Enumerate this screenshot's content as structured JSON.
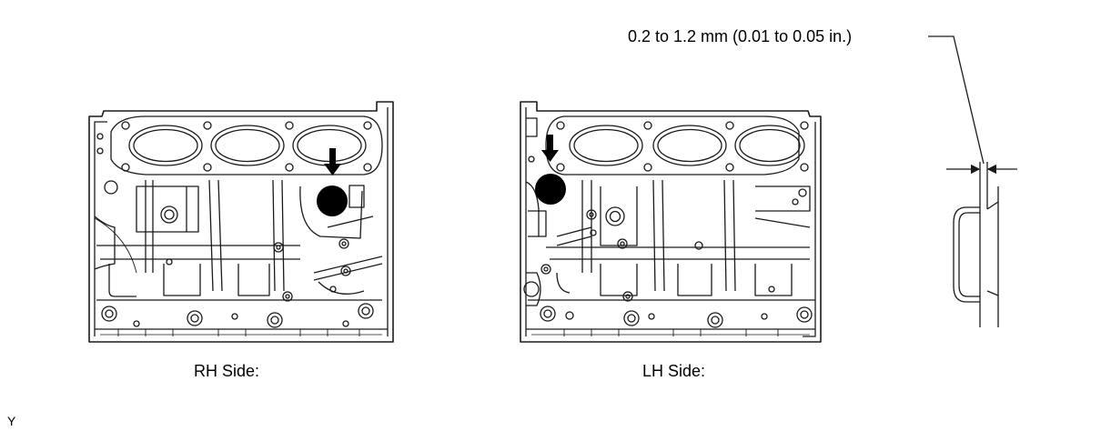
{
  "clearance_spec": "0.2 to 1.2 mm (0.01 to 0.05 in.)",
  "rh_side": {
    "label": "RH Side:"
  },
  "lh_side": {
    "label": "LH Side:"
  },
  "illustration_code": "Y",
  "colors": {
    "line": "#1a1a1a",
    "background": "#ffffff",
    "plug_fill": "#000000"
  }
}
